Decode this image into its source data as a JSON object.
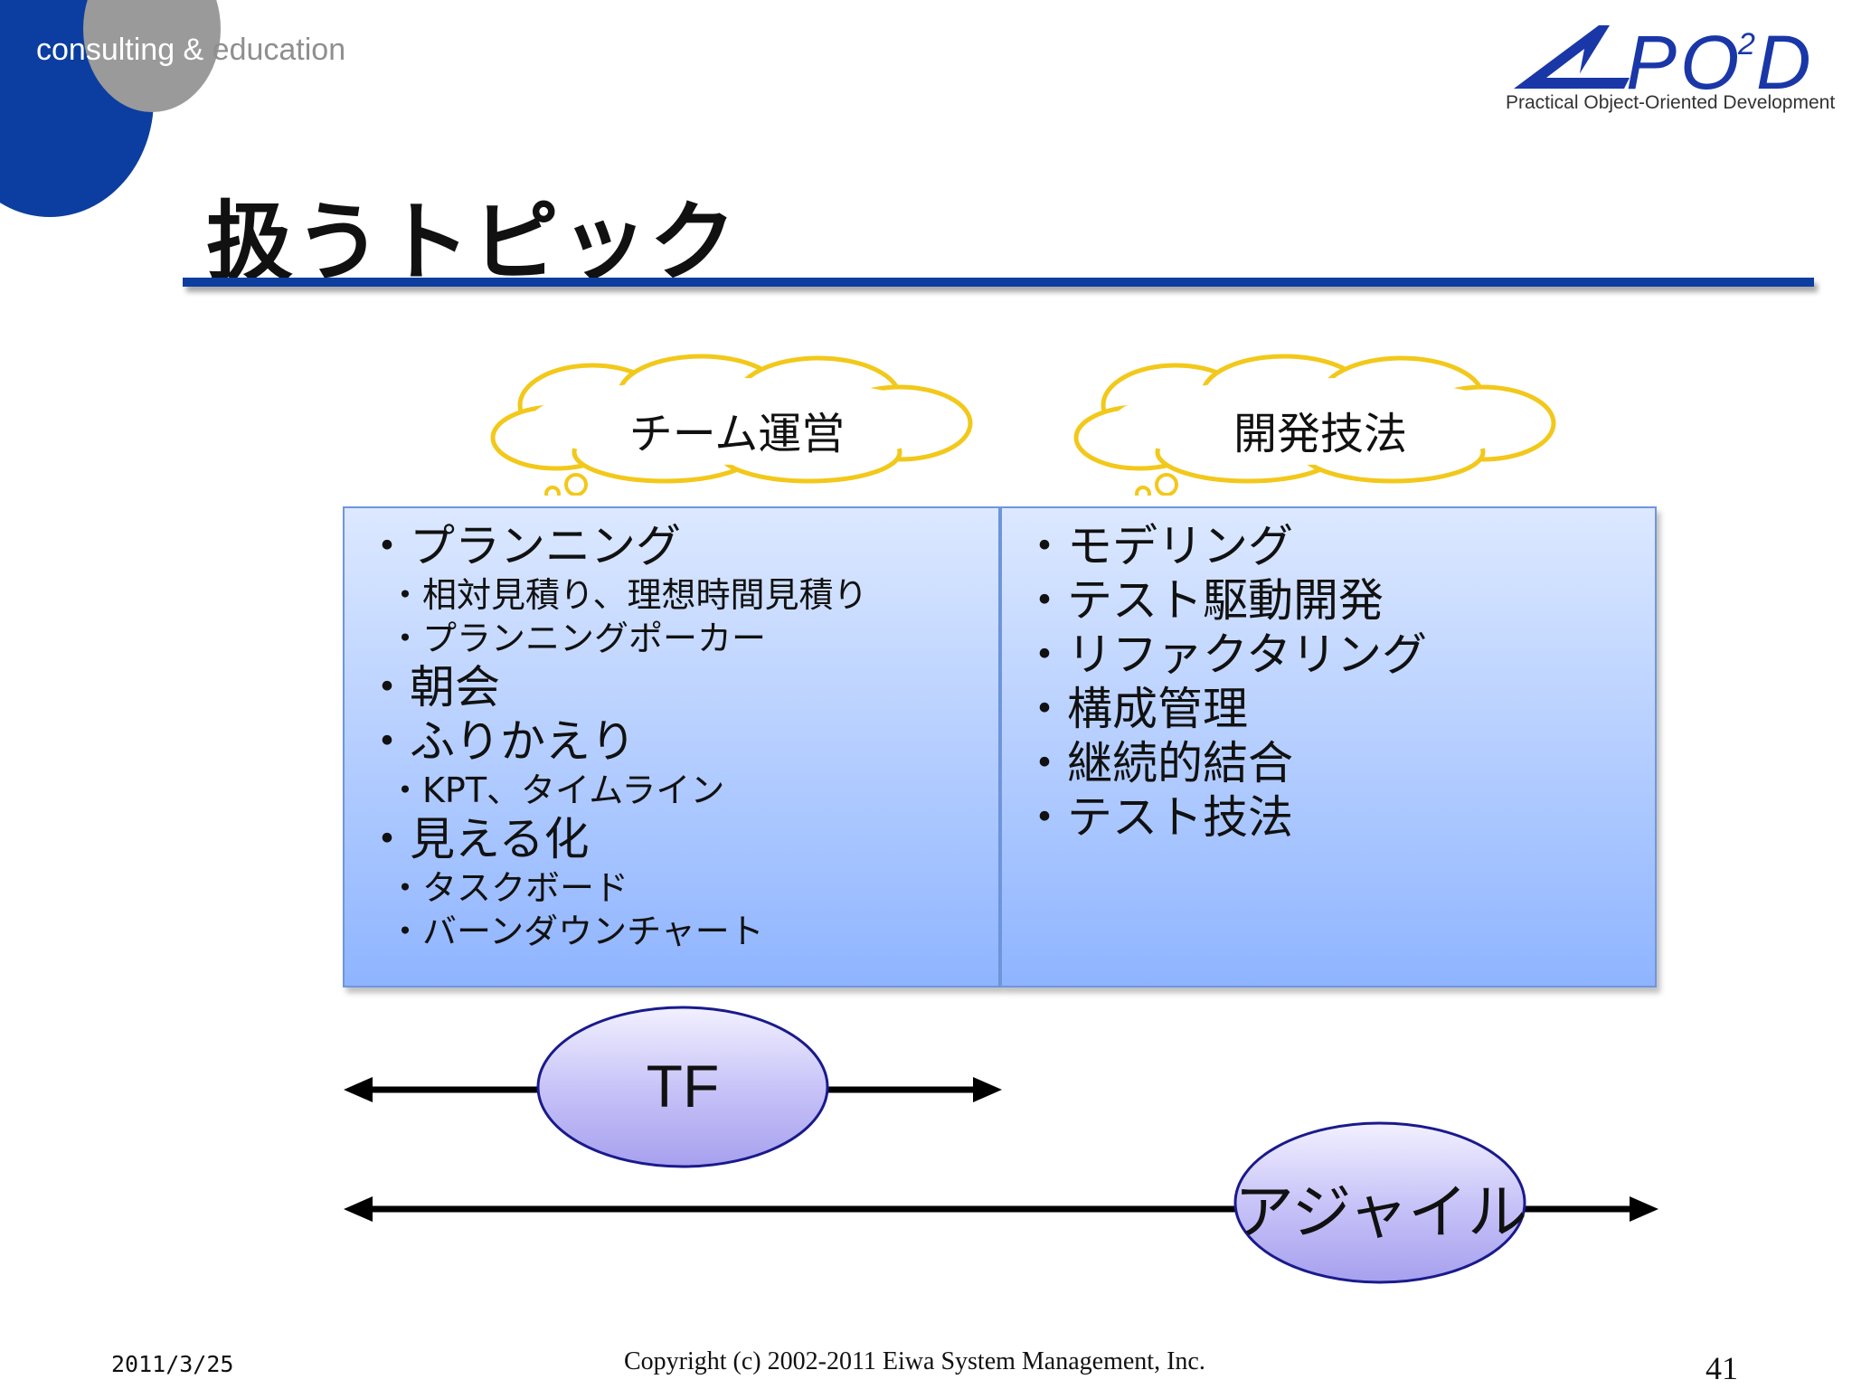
{
  "logo": {
    "text_main": "consulting & ",
    "text_tail": "education"
  },
  "brand": {
    "name": "APO²D",
    "subtitle": "Practical Object-Oriented Development"
  },
  "title": "扱うトピック",
  "clouds": {
    "left": "チーム運営",
    "right": "開発技法"
  },
  "left_panel": {
    "items": [
      {
        "level": "main",
        "text": "プランニング"
      },
      {
        "level": "sub",
        "text": "相対見積り、理想時間見積り"
      },
      {
        "level": "sub",
        "text": "プランニングポーカー"
      },
      {
        "level": "main",
        "text": "朝会"
      },
      {
        "level": "main",
        "text": "ふりかえり"
      },
      {
        "level": "sub",
        "text": "KPT、タイムライン"
      },
      {
        "level": "main",
        "text": "見える化"
      },
      {
        "level": "sub",
        "text": "タスクボード"
      },
      {
        "level": "sub",
        "text": "バーンダウンチャート"
      }
    ]
  },
  "right_panel": {
    "items": [
      {
        "level": "main",
        "text": "モデリング"
      },
      {
        "level": "main",
        "text": "テスト駆動開発"
      },
      {
        "level": "main",
        "text": "リファクタリング"
      },
      {
        "level": "main",
        "text": "構成管理"
      },
      {
        "level": "main",
        "text": "継続的結合"
      },
      {
        "level": "main",
        "text": "テスト技法"
      }
    ]
  },
  "scopes": {
    "tf": "TF",
    "agile": "アジャイル"
  },
  "colors": {
    "accent_blue": "#0b3ea0",
    "cloud_outline": "#f2c81a",
    "oval_outline": "#1a1a8c"
  },
  "footer": {
    "date": "2011/3/25",
    "copyright": "Copyright (c) 2002-2011 Eiwa System Management, Inc.",
    "page": "41"
  }
}
